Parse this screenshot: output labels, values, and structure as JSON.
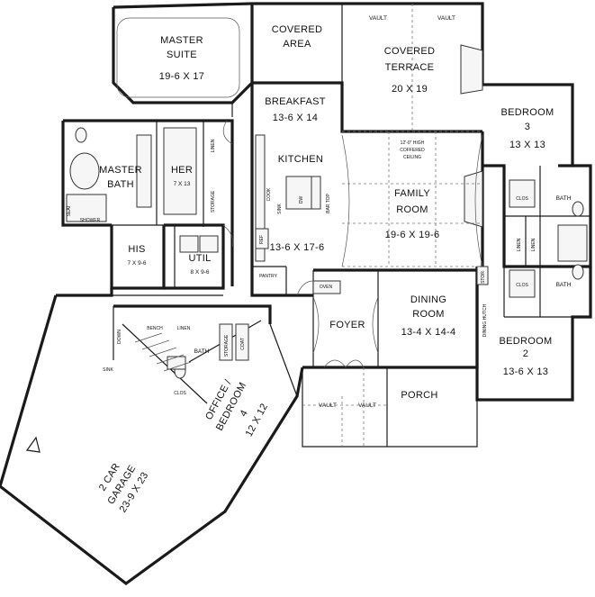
{
  "rooms": {
    "master_suite": {
      "name": [
        "MASTER",
        "SUITE"
      ],
      "dims": "19-6 X 17"
    },
    "covered_area": {
      "name": [
        "COVERED",
        "AREA"
      ]
    },
    "covered_terrace": {
      "name": [
        "COVERED",
        "TERRACE"
      ],
      "dims": "20 X 19"
    },
    "breakfast": {
      "name": "BREAKFAST",
      "dims": "13-6 X 14"
    },
    "kitchen": {
      "name": "KITCHEN",
      "dims": "13-6 X 17-6"
    },
    "master_bath": {
      "name": [
        "MASTER",
        "BATH"
      ]
    },
    "her_closet": {
      "name": "HER",
      "dims": "7 X 13"
    },
    "his_closet": {
      "name": "HIS",
      "dims": "7 X 9-6"
    },
    "util": {
      "name": "UTIL",
      "dims": "8 X 9-6"
    },
    "family_room": {
      "name": [
        "FAMILY",
        "ROOM"
      ],
      "dims": "19-6 X 19-6",
      "ceiling_note": [
        "12'-0\" HIGH",
        "COFFERED",
        "CEILING"
      ]
    },
    "bedroom3": {
      "name": [
        "BEDROOM",
        "3"
      ],
      "dims": "13 X 13"
    },
    "bedroom2": {
      "name": "BEDROOM",
      "number": "2",
      "dims": "13-6 X 13"
    },
    "dining_room": {
      "name": [
        "DINING",
        "ROOM"
      ],
      "dims": "13-4 X 14-4"
    },
    "foyer": {
      "name": "FOYER"
    },
    "porch": {
      "name": "PORCH"
    },
    "office": {
      "lines": [
        "OFFICE /",
        "BEDROOM",
        "4",
        "12 X 12"
      ]
    },
    "garage": {
      "lines": [
        "2 CAR",
        "GARAGE",
        "23-9 X 23"
      ]
    },
    "bath_small": {
      "name": "BATH"
    },
    "bath_b3": {
      "name": "BATH"
    },
    "bath_b2": {
      "name": "BATH"
    }
  },
  "small_labels": {
    "vault": "VAULT",
    "linen": "LINEN",
    "storage": "STORAGE",
    "pantry": "PANTRY",
    "oven": "OVEN",
    "ref": "REF",
    "cook": "COOK",
    "sink": "SINK",
    "dw": "DW",
    "bar_top": "BAR TOP",
    "seat": "SEAT",
    "shower": "SHOWER",
    "clos": "CLOS",
    "bench": "BENCH",
    "coat": "COAT",
    "stor": "STOR",
    "dining_hutch": "DINING HUTCH",
    "down": "DOWN"
  }
}
